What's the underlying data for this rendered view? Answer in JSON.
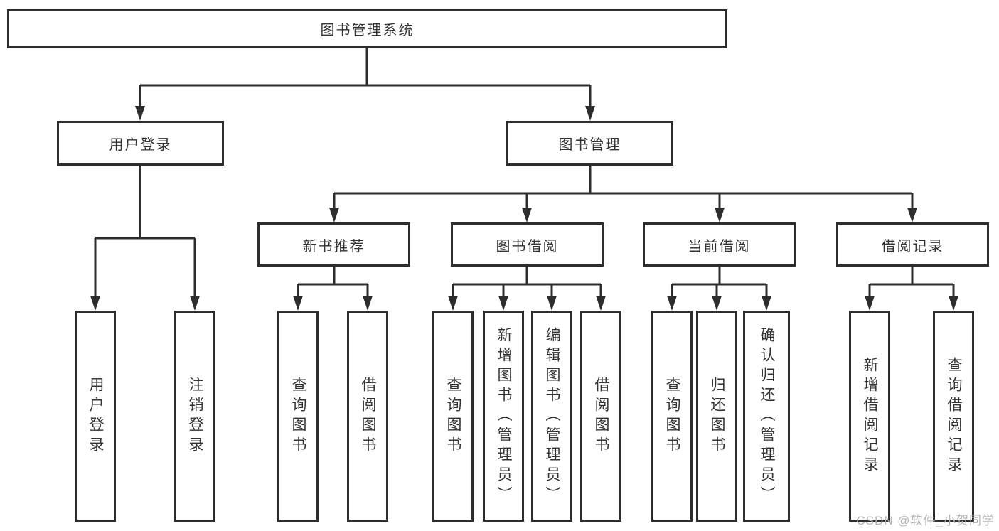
{
  "colors": {
    "line": "#2d2d2d",
    "text": "#333333",
    "background": "#ffffff",
    "watermark": "#b4b4b4"
  },
  "watermark": {
    "text": "CSDN @软件_小贺同学"
  },
  "diagram": {
    "root": {
      "label": "图书管理系统"
    },
    "branches": [
      {
        "label": "用户登录",
        "children": [
          {
            "label": "用户登录"
          },
          {
            "label": "注销登录"
          }
        ]
      },
      {
        "label": "图书管理",
        "children": [
          {
            "label": "新书推荐",
            "children": [
              {
                "label": "查询图书"
              },
              {
                "label": "借阅图书"
              }
            ]
          },
          {
            "label": "图书借阅",
            "children": [
              {
                "label": "查询图书"
              },
              {
                "label": "新增图书（管理员）"
              },
              {
                "label": "编辑图书（管理员）"
              },
              {
                "label": "借阅图书"
              }
            ]
          },
          {
            "label": "当前借阅",
            "children": [
              {
                "label": "查询图书"
              },
              {
                "label": "归还图书"
              },
              {
                "label": "确认归还（管理员）"
              }
            ]
          },
          {
            "label": "借阅记录",
            "children": [
              {
                "label": "新增借阅记录"
              },
              {
                "label": "查询借阅记录"
              }
            ]
          }
        ]
      }
    ]
  }
}
